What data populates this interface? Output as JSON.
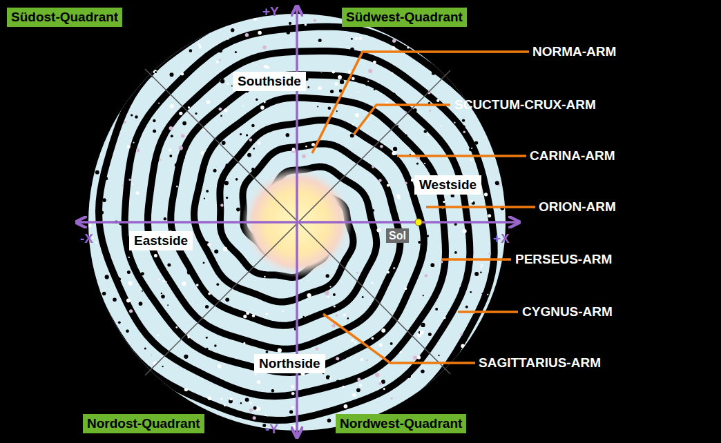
{
  "diagram": {
    "nodes": [
      {
        "text": [
          "Südost-Quadrant"
        ]
      },
      {
        "text": [
          "Südwest-Quadrant"
        ]
      },
      {
        "text": [
          "Southside"
        ]
      },
      {
        "text": [
          "Westside"
        ]
      },
      {
        "text": [
          "Eastside"
        ]
      },
      {
        "text": [
          "Sol"
        ]
      },
      {
        "text": [
          "Northside"
        ]
      },
      {
        "text": [
          "Nordost-Quadrant"
        ]
      },
      {
        "text": [
          "Nordwest-Quadrant"
        ]
      }
    ],
    "labels": [
      "+Y",
      "NORMA-ARM",
      "SCUCTUM-CRUX-ARM",
      "CARINA-ARM",
      "ORION-ARM",
      "-X",
      "+X",
      "PERSEUS-ARM",
      "CYGNUS-ARM",
      "SAGITTARIUS-ARM",
      "-Y"
    ]
  }
}
